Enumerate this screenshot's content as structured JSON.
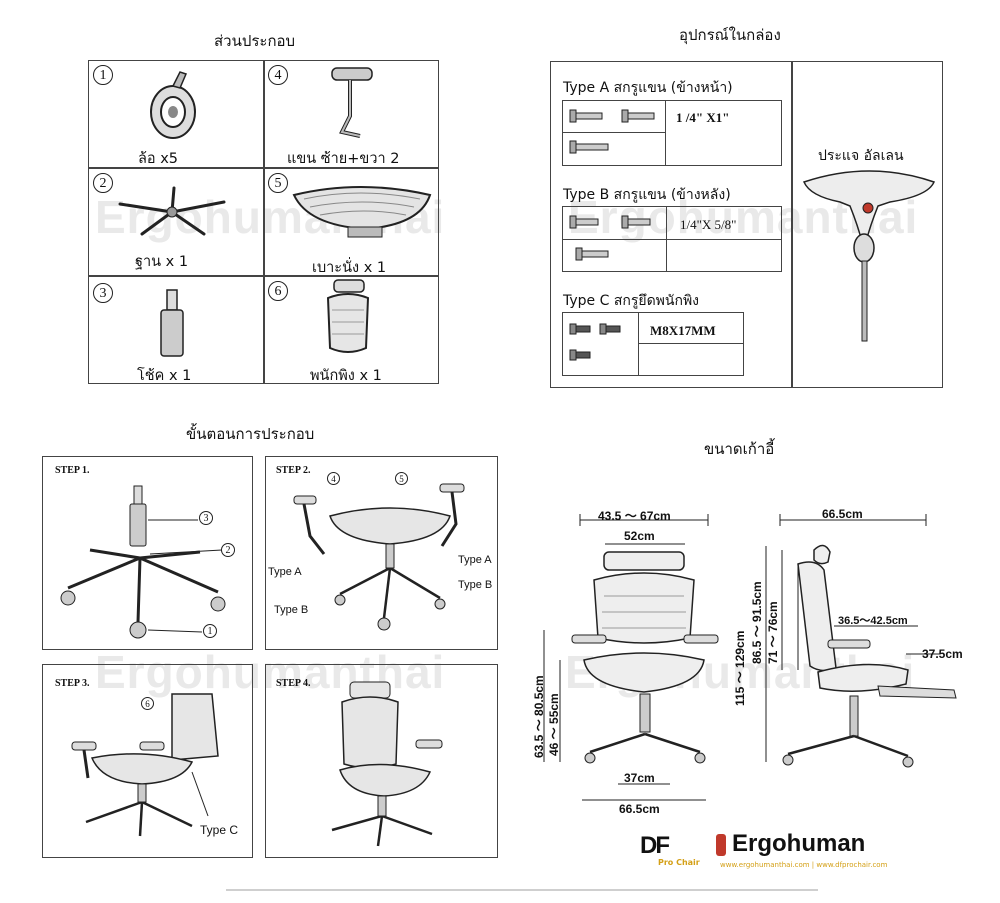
{
  "watermark": "Ergohumanthai",
  "parts": {
    "title": "ส่วนประกอบ",
    "items": [
      {
        "num": "1",
        "caption": "ล้อ x5"
      },
      {
        "num": "4",
        "caption": "แขน ซ้าย+ขวา 2"
      },
      {
        "num": "2",
        "caption": "ฐาน x 1"
      },
      {
        "num": "5",
        "caption": "เบาะนั่ง x 1"
      },
      {
        "num": "3",
        "caption": "โช้ค x 1"
      },
      {
        "num": "6",
        "caption": "พนักพิง x 1"
      }
    ]
  },
  "accessories": {
    "title": "อุปกรณ์ในกล่อง",
    "type_a": {
      "title": "Type A สกรูแขน (ข้างหน้า)",
      "spec": "1 /4\" X1\""
    },
    "type_b": {
      "title": "Type B สกรูแขน (ข้างหลัง)",
      "spec": "1/4\"X 5/8\""
    },
    "type_c": {
      "title": "Type C สกรูยึดพนักพิง",
      "spec": "M8X17MM"
    },
    "allen_key": "ประแจ อัลเลน"
  },
  "steps": {
    "title": "ขั้นตอนการประกอบ",
    "step1": {
      "label": "STEP 1.",
      "n3": "3",
      "n2": "2",
      "n1": "1"
    },
    "step2": {
      "label": "STEP 2.",
      "n4": "4",
      "n5": "5",
      "type_a_left": "Type A",
      "type_b_left": "Type B",
      "type_a_right": "Type A",
      "type_b_right": "Type B"
    },
    "step3": {
      "label": "STEP 3.",
      "n6": "6",
      "type_c": "Type C"
    },
    "step4": {
      "label": "STEP 4."
    }
  },
  "dimensions": {
    "title": "ขนาดเก้าอี้",
    "front": {
      "top_width": "43.5 ～ 67cm",
      "headrest_width": "52cm",
      "seat_height_range": "63.5 ～ 80.5cm",
      "seat_height_inner": "46 ～ 55cm",
      "base_inner": "37cm",
      "base_width": "66.5cm"
    },
    "side": {
      "depth": "66.5cm",
      "total_height": "115 ～ 129cm",
      "back_height": "86.5 ～ 91.5cm",
      "back_height_2": "71 ～ 76cm",
      "seat_depth": "36.5～42.5cm",
      "footrest": "37.5cm"
    }
  },
  "brand": {
    "logo_left": "DF",
    "logo_left_sub": "Pro Chair",
    "logo_right": "Ergohuman",
    "urls": "www.ergohumanthai.com  |  www.dfprochair.com"
  }
}
